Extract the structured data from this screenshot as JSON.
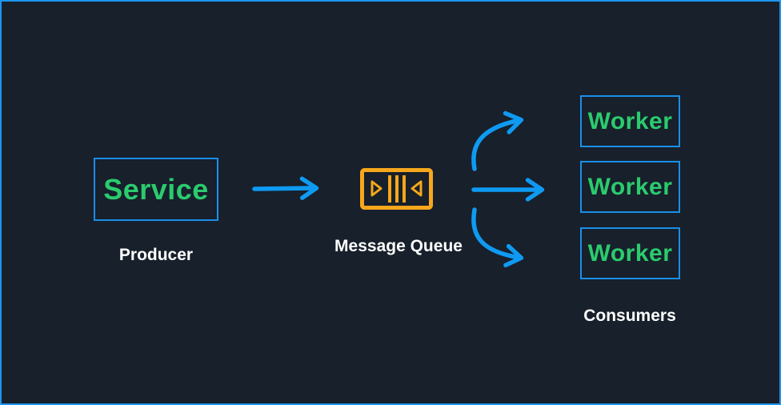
{
  "colors": {
    "canvas-bg": "#17202b",
    "canvas-border": "#1e96f0",
    "node-border": "#1b8fe8",
    "node-text": "#2bcb6e",
    "arrow": "#0f9af2",
    "queue-icon": "#f6a71b",
    "label-text": "#ffffff"
  },
  "producer": {
    "node_label": "Service",
    "group_label": "Producer"
  },
  "queue": {
    "icon_name": "message-queue-icon",
    "label": "Message Queue"
  },
  "consumers": {
    "workers": [
      "Worker",
      "Worker",
      "Worker"
    ],
    "group_label": "Consumers"
  }
}
